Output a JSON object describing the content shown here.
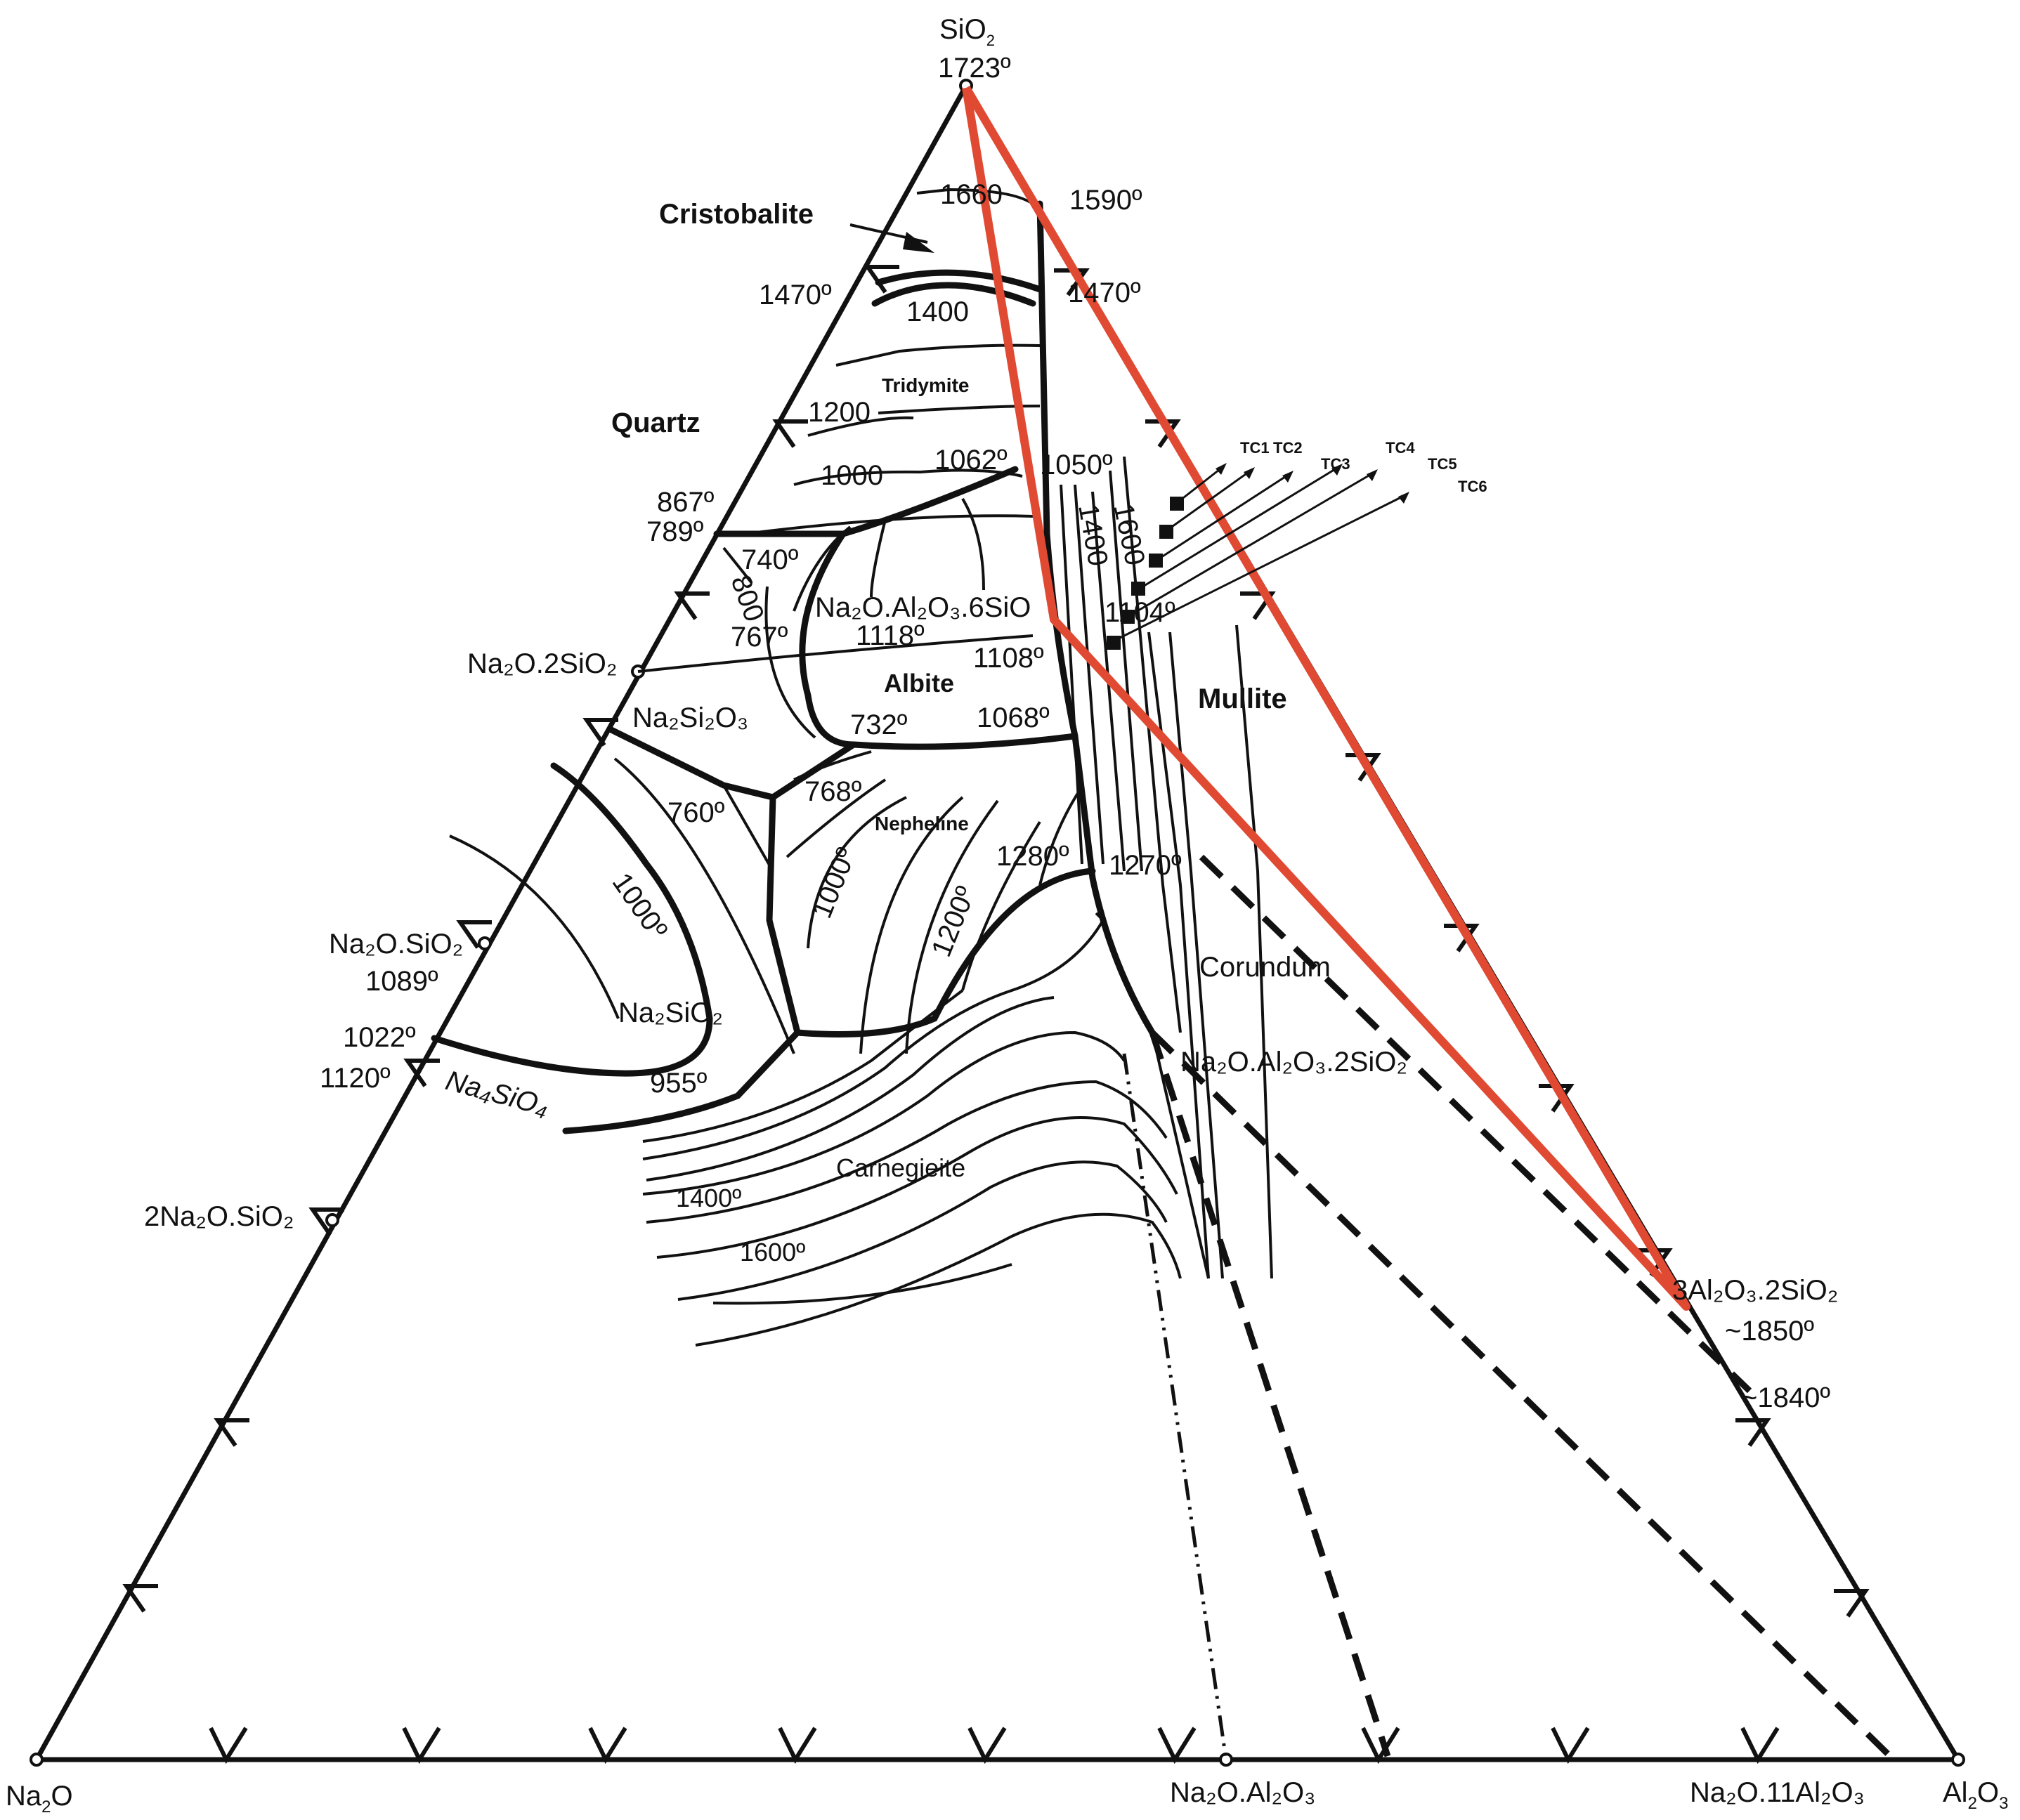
{
  "diagram": {
    "title": "Na2O–Al2O3–SiO2 ternary phase diagram",
    "corners": {
      "top": {
        "formula": "SiO",
        "sub": "2",
        "temp": "1723º"
      },
      "left": {
        "formula": "Na",
        "sub": "2",
        "tail": "O"
      },
      "right": {
        "formula": "Al",
        "sub1": "2",
        "mid": "O",
        "sub2": "3"
      }
    },
    "phase_fields": {
      "cristobalite": "Cristobalite",
      "quartz": "Quartz",
      "tridymite": "Tridymite",
      "albite": "Albite",
      "nepheline": "Nepheline",
      "carnegieite": "Carnegieite",
      "mullite": "Mullite",
      "corundum": "Corundum"
    },
    "compounds": {
      "na2o_2sio2": "Na₂O.2SiO₂",
      "na2si2o3": "Na₂Si₂O₃",
      "na2o_sio2": "Na₂O.SiO₂",
      "na2sio2": "Na₂SiO₂",
      "na4sio4": "Na₄SiO₄",
      "two_na2o_sio2": "2Na₂O.SiO₂",
      "albite_formula": "Na₂O.Al₂O₃.6SiO",
      "nepheline_formula": "Na₂O.Al₂O₃.2SiO₂",
      "mullite_formula": "3Al₂O₃.2SiO₂",
      "na2o_al2o3": "Na₂O.Al₂O₃",
      "na2o_11al2o3": "Na₂O.11Al₂O₃"
    },
    "temperatures": {
      "t1660": "1660",
      "t1590": "1590º",
      "t1470_left": "1470º",
      "t1470_right": "1470º",
      "t1400_top": "1400",
      "t1200_top": "1200",
      "t1000_top": "1000",
      "t1062": "1062º",
      "t1050": "1050º",
      "t867": "867º",
      "t789": "789º",
      "t740": "740º",
      "t800": "800",
      "t767": "767º",
      "t1118": "1118º",
      "t1108": "1108º",
      "t1104": "1104º",
      "t1400_side": "1400",
      "t1600_side": "1600",
      "t732": "732º",
      "t1068": "1068º",
      "t760": "760º",
      "t768": "768º",
      "t1000_na": "1000º",
      "t1000_neph": "1000º",
      "t1200_neph": "1200º",
      "t1280": "1280º",
      "t1270": "1270º",
      "t1089": "1089º",
      "t1022": "1022º",
      "t1120": "1120º",
      "t955": "955º",
      "t1400_carn": "1400º",
      "t1600_carn": "1600º",
      "t1850": "~1850º",
      "t1840": "~1840º"
    },
    "annotations": {
      "thermocouples": [
        "TC1",
        "TC2",
        "TC3",
        "TC4",
        "TC5",
        "TC6"
      ],
      "highlight_color": "#e04a33",
      "line_color": "#111111"
    }
  }
}
